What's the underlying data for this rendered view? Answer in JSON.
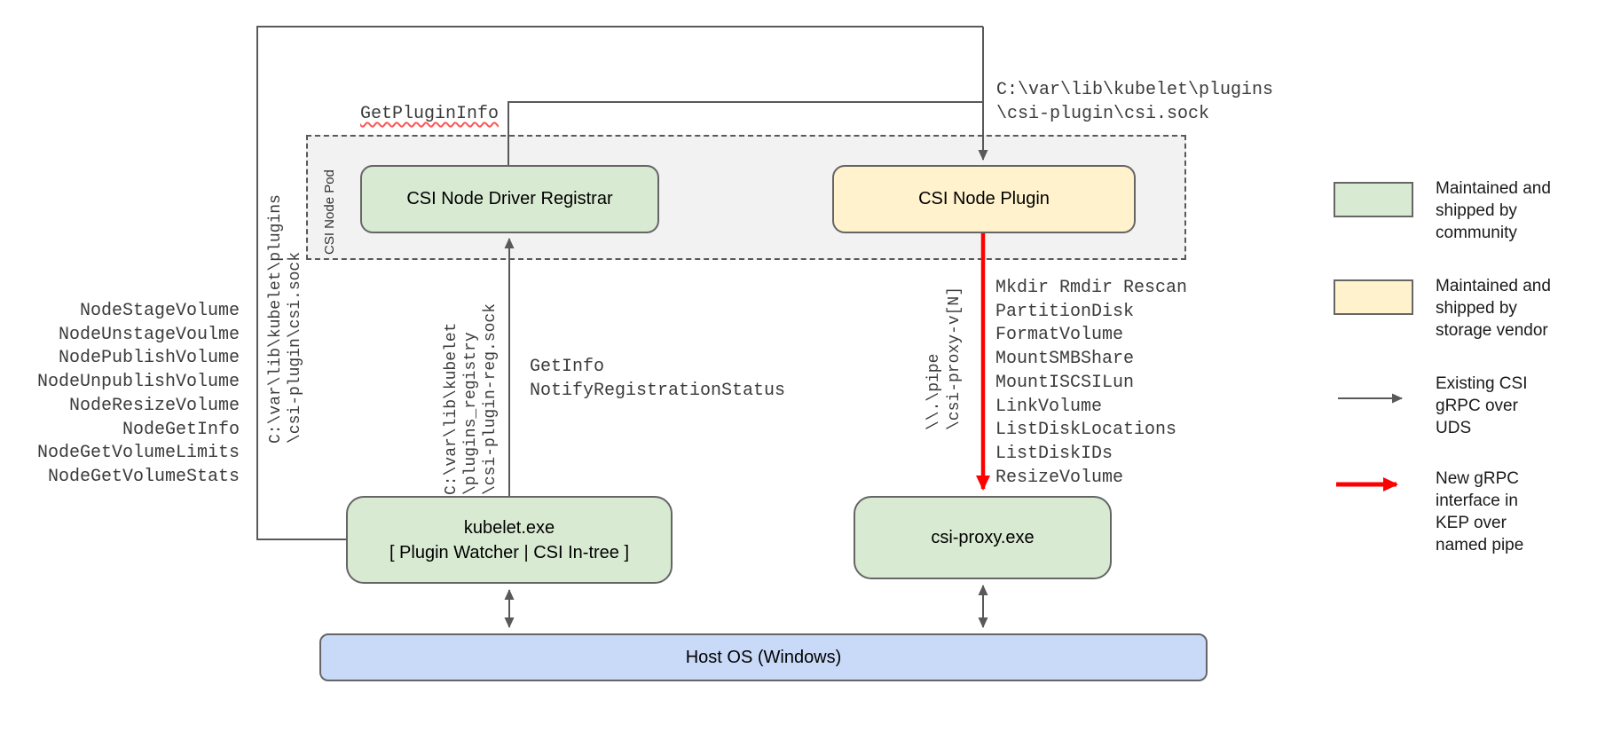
{
  "diagram": {
    "pod_label": "CSI Node Pod",
    "boxes": {
      "registrar": "CSI Node Driver Registrar",
      "plugin": "CSI Node Plugin",
      "kubelet": "kubelet.exe\n[ Plugin Watcher | CSI In-tree ]",
      "csi_proxy": "csi-proxy.exe",
      "host_os": "Host OS (Windows)"
    },
    "labels": {
      "get_plugin_info": "GetPluginInfo",
      "csi_sock_path": "C:\\var\\lib\\kubelet\\plugins\n\\csi-plugin\\csi.sock",
      "csi_sock_path_vertical": "C:\\var\\lib\\kubelet\\plugins\n\\csi-plugin\\csi.sock",
      "plugin_reg_sock_path": "C:\\var\\lib\\kubelet\n\\plugins_registry\n\\csi-plugin-reg.sock",
      "named_pipe_path": "\\\\.\\pipe\n\\csi-proxy-v[N]",
      "registration_calls": "GetInfo\nNotifyRegistrationStatus"
    },
    "node_calls": [
      "NodeStageVolume",
      "NodeUnstageVoulme",
      "NodePublishVolume",
      "NodeUnpublishVolume",
      "NodeResizeVolume",
      "NodeGetInfo",
      "NodeGetVolumeLimits",
      "NodeGetVolumeStats"
    ],
    "proxy_calls": [
      "Mkdir Rmdir Rescan",
      "PartitionDisk",
      "FormatVolume",
      "MountSMBShare",
      "MountISCSILun",
      "LinkVolume",
      "ListDiskLocations",
      "ListDiskIDs",
      "ResizeVolume"
    ]
  },
  "legend": {
    "community": "Maintained and\nshipped by\ncommunity",
    "vendor": "Maintained and\nshipped by\nstorage vendor",
    "existing_arrow": "Existing CSI\ngRPC over\nUDS",
    "new_arrow": "New gRPC\ninterface in\nKEP over\nnamed pipe"
  },
  "colors": {
    "community_fill": "#d9ead3",
    "vendor_fill": "#fff2cc",
    "host_fill": "#c9daf8",
    "pod_fill": "#f2f2f2",
    "connector": "#595959",
    "new_interface": "#ff0000"
  }
}
